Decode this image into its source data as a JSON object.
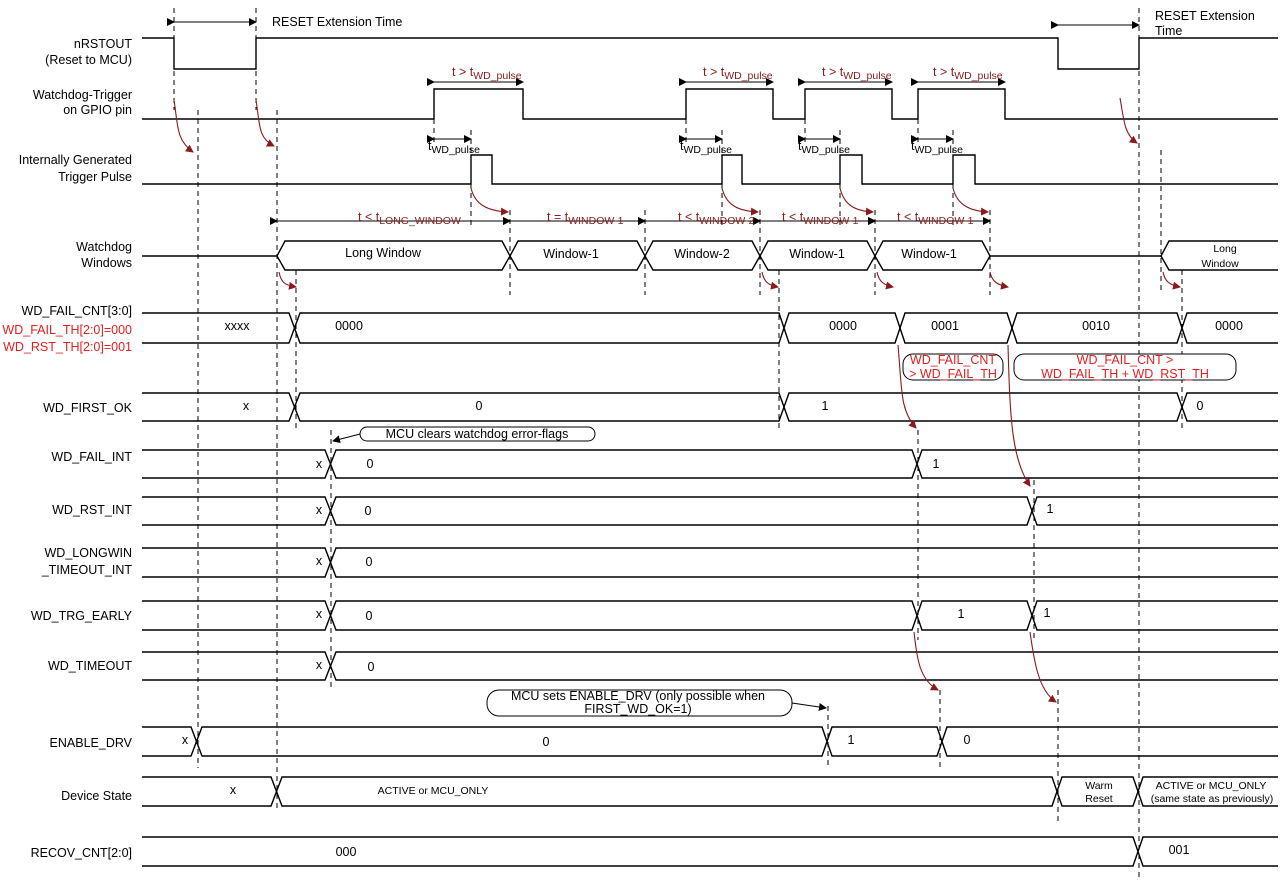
{
  "signals": {
    "nrstout": [
      "nRSTOUT",
      "(Reset to MCU)"
    ],
    "wd_trigger": [
      "Watchdog-Trigger",
      "on GPIO pin"
    ],
    "int_pulse": [
      "Internally Generated",
      "Trigger Pulse"
    ],
    "wd_windows": [
      "Watchdog",
      "Windows"
    ],
    "wd_fail_cnt": "WD_FAIL_CNT[3:0]",
    "wd_fail_th": "WD_FAIL_TH[2:0]=000",
    "wd_rst_th": "WD_RST_TH[2:0]=001",
    "wd_first_ok": "WD_FIRST_OK",
    "wd_fail_int": "WD_FAIL_INT",
    "wd_rst_int": "WD_RST_INT",
    "wd_longwin": [
      "WD_LONGWIN",
      "_TIMEOUT_INT"
    ],
    "wd_trg_early": "WD_TRG_EARLY",
    "wd_timeout": "WD_TIMEOUT",
    "enable_drv": "ENABLE_DRV",
    "device_state": "Device State",
    "recov_cnt": "RECOV_CNT[2:0]"
  },
  "timing": {
    "reset_ext": "RESET Extension Time",
    "reset_ext2": [
      "RESET Extension",
      "Time"
    ],
    "t_gt": "t > t",
    "wd_pulse_sub": "WD_pulse",
    "t_lt": "t < t",
    "t_eq": "t = t",
    "long_window_sub": "LONG_WINDOW",
    "window1_sub": "WINDOW-1",
    "window2_sub": "WINDOW-2",
    "t_prefix": "t"
  },
  "windows": {
    "long_window": "Long Window",
    "window1": "Window-1",
    "window2": "Window-2",
    "long_window_end": [
      "Long",
      "Window"
    ]
  },
  "values": {
    "xxxx": "xxxx",
    "x": "x",
    "zero": "0",
    "one": "1",
    "cnt0000": "0000",
    "cnt0001": "0001",
    "cnt0010": "0010",
    "recov000": "000",
    "recov001": "001",
    "active": "ACTIVE or MCU_ONLY",
    "warm": [
      "Warm",
      "Reset"
    ],
    "active2": [
      "ACTIVE or MCU_ONLY",
      "(same state as previously)"
    ]
  },
  "notes": {
    "mcu_clears": "MCU clears watchdog error-flags",
    "fail_gt_th": [
      "WD_FAIL_CNT",
      "> WD_FAIL_TH"
    ],
    "fail_gt_sum": [
      "WD_FAIL_CNT >",
      "WD_FAIL_TH + WD_RST_TH"
    ],
    "mcu_sets": [
      "MCU sets ENABLE_DRV (only possible when",
      "FIRST_WD_OK=1)"
    ]
  },
  "colors": {
    "annotation_red": "#e02020",
    "arrow_darkred": "#8b1a1a",
    "line": "#000000",
    "background": "#ffffff"
  }
}
